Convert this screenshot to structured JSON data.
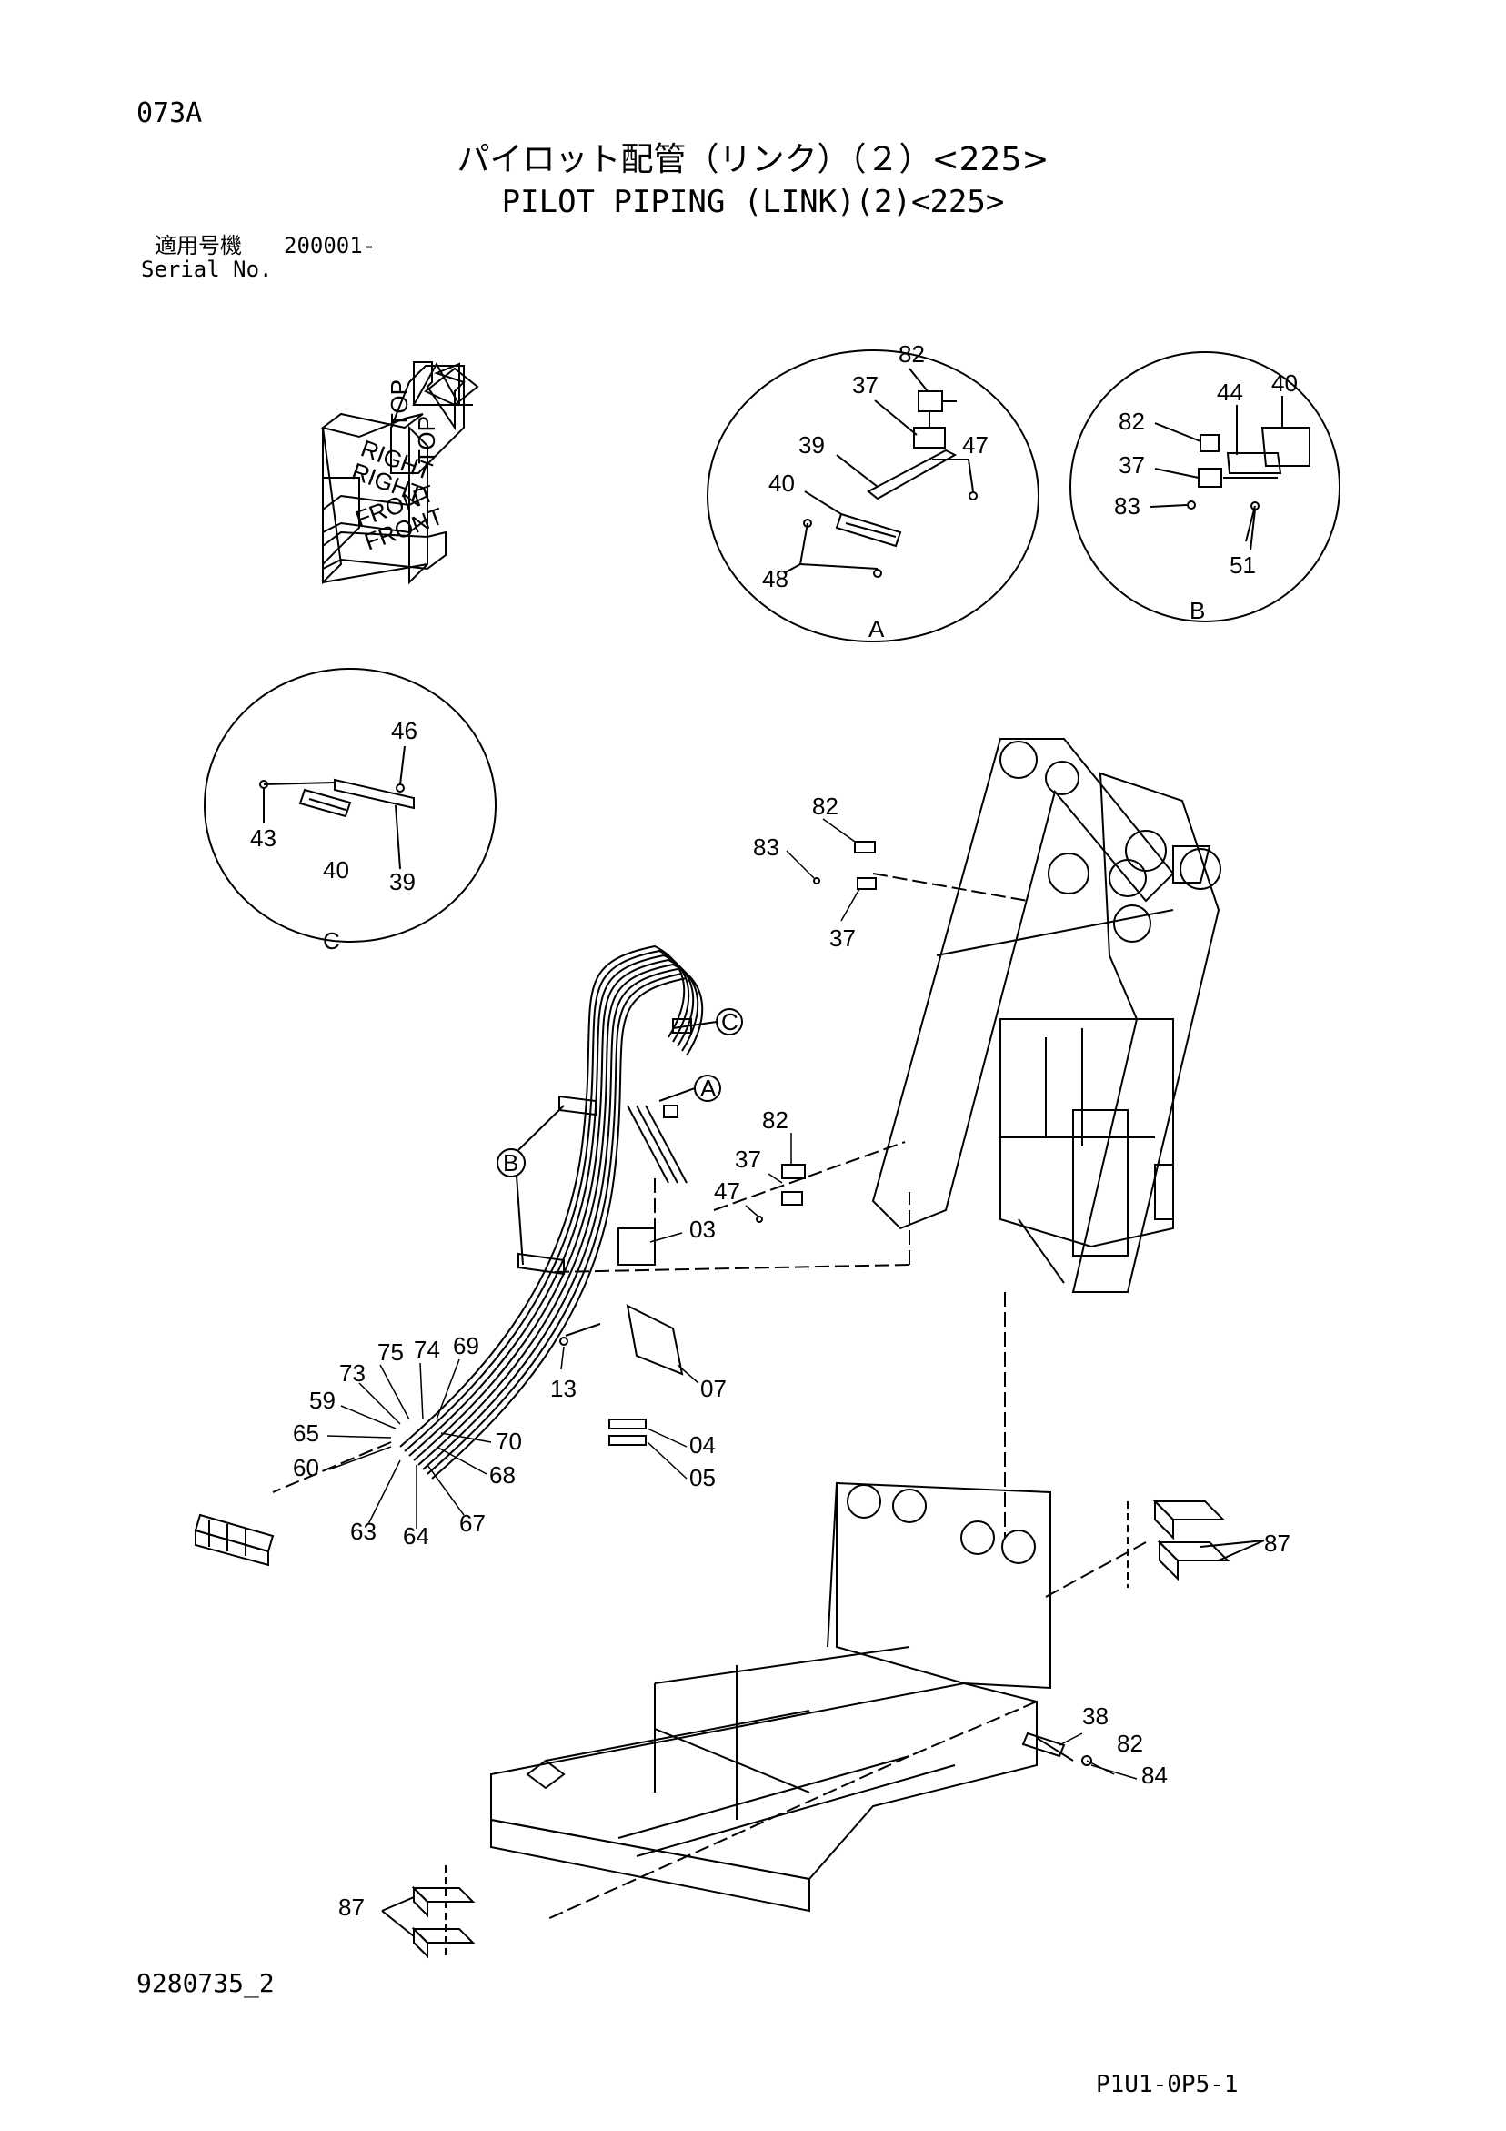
{
  "header": {
    "page_code": "073A",
    "title_jp": "パイロット配管（リンク）（２）<225>",
    "title_en": "PILOT PIPING (LINK)(2)<225>",
    "serial_label_jp": "適用号機",
    "serial_value": "200001-",
    "serial_label_en": "Serial No."
  },
  "orientation": {
    "labels": [
      "TOP",
      "RIGHT",
      "FRONT"
    ]
  },
  "details": {
    "A": {
      "label": "A",
      "parts": [
        "82",
        "37",
        "39",
        "47",
        "40",
        "48"
      ]
    },
    "B": {
      "label": "B",
      "parts": [
        "40",
        "44",
        "82",
        "37",
        "83",
        "51"
      ]
    },
    "C": {
      "label": "C",
      "parts": [
        "46",
        "43",
        "40",
        "39"
      ]
    }
  },
  "main_parts": [
    "82",
    "83",
    "37",
    "82",
    "37",
    "47",
    "03",
    "13",
    "07",
    "04",
    "05",
    "75",
    "74",
    "69",
    "73",
    "59",
    "65",
    "60",
    "70",
    "68",
    "63",
    "64",
    "67",
    "87",
    "38",
    "82",
    "84",
    "87"
  ],
  "callouts": [
    "C",
    "A",
    "B"
  ],
  "footer": {
    "drawing_number": "9280735_2",
    "page_ref": "P1U1-0P5-1"
  }
}
